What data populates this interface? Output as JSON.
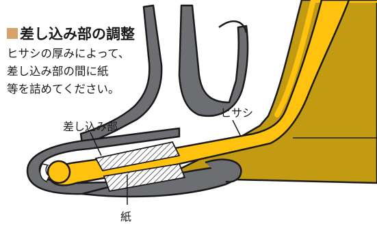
{
  "heading": {
    "title": "差し込み部の調整",
    "marker_color": "#d7a16b"
  },
  "instructions": {
    "lines": [
      "ヒサシの厚みによって、",
      "差し込み部の間に紙",
      "等を詰めてください。"
    ]
  },
  "labels": {
    "insert_part": "差し込み部",
    "visor": "ヒサシ",
    "paper": "紙"
  },
  "colors": {
    "visor_yellow": "#ffc20e",
    "helmet_gold": "#c39b12",
    "frame_gray": "#6d6e71",
    "outline": "#1a1a1a",
    "paper_hatch": "#ffffff"
  }
}
